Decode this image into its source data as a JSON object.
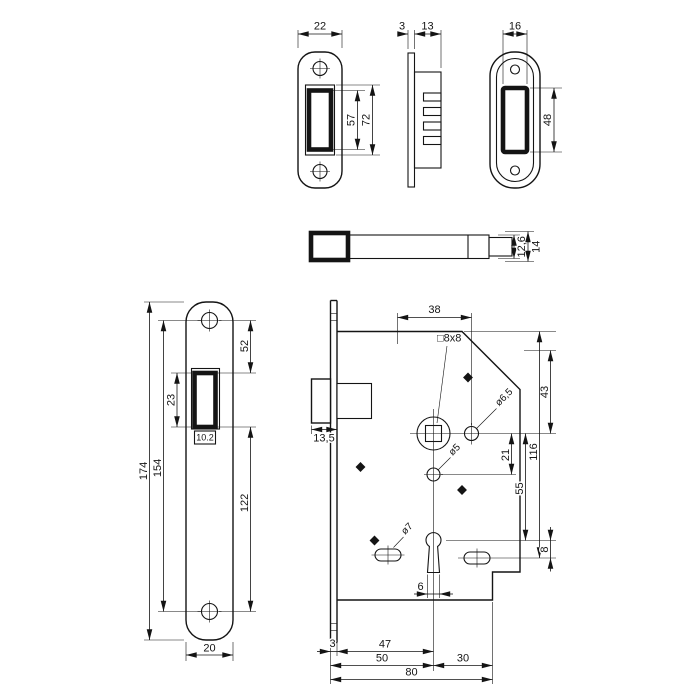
{
  "palette": {
    "ink": "#141414",
    "background": "#ffffff"
  },
  "views": {
    "frontPlate": {
      "w22": "22",
      "h57": "57",
      "h72": "72"
    },
    "sideProfile": {
      "t3": "3",
      "d13": "13"
    },
    "strikePlate": {
      "w16": "16",
      "h48": "48"
    },
    "latchBolt": {
      "h126": "12,6",
      "h14": "14"
    },
    "facePlate": {
      "d52": "52",
      "d23": "23",
      "d102": "10.2",
      "d174": "174",
      "d154": "154",
      "d122": "122",
      "d20": "20"
    },
    "lockCase": {
      "d38": "38",
      "sq": "□8x8",
      "dia65": "ø6,5",
      "dia5": "ø5",
      "dia7": "ø7",
      "d43": "43",
      "d135": "13,5",
      "d21": "21",
      "d116": "116",
      "d55": "55",
      "d8": "8",
      "d3": "3",
      "d47": "47",
      "d6": "6",
      "d50": "50",
      "d30": "30",
      "d80": "80"
    }
  }
}
